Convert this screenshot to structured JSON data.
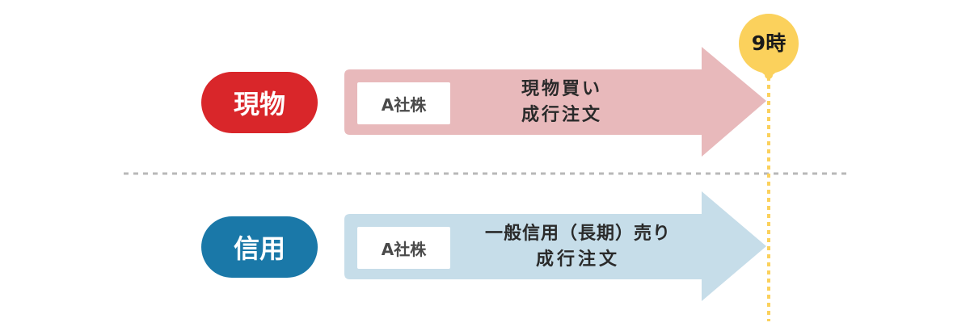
{
  "time_marker": {
    "label": "9時"
  },
  "rows": [
    {
      "pill_label": "現物",
      "stock_label": "A社株",
      "order_lines": [
        "現物買い",
        "成行注文"
      ],
      "pill_color": "#d9262a",
      "arrow_color": "#e8b9bb"
    },
    {
      "pill_label": "信用",
      "stock_label": "A社株",
      "order_lines": [
        "一般信用（長期）売り",
        "成行注文"
      ],
      "pill_color": "#1a78a8",
      "arrow_color": "#c6dde9"
    }
  ],
  "colors": {
    "marker": "#fbd15c",
    "divider": "#b8b8b8"
  }
}
